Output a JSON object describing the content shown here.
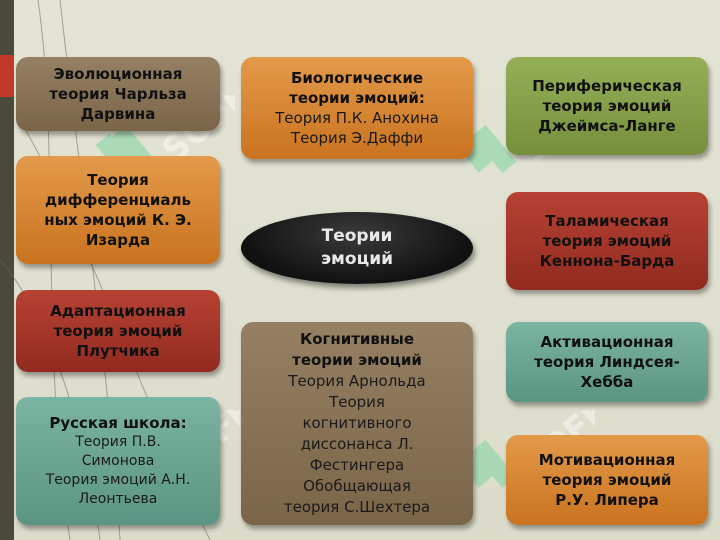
{
  "center": {
    "line1": "Теории",
    "line2": "эмоций"
  },
  "left": [
    {
      "lines": [
        "Эволюционная",
        "теория Чарльза",
        "Дарвина"
      ],
      "color": "#8a735a"
    },
    {
      "lines": [
        "Теория",
        "дифференциаль",
        "ных эмоций К. Э.",
        "Изарда"
      ],
      "color": "#d9863a"
    },
    {
      "lines": [
        "Адаптационная",
        "теория эмоций",
        "Плутчика"
      ],
      "color": "#a83a2d"
    },
    {
      "title": "Русская школа:",
      "lines": [
        "Теория П.В.",
        "Симонова",
        "Теория эмоций А.Н.",
        "Леонтьева"
      ],
      "color": "#6ea693"
    }
  ],
  "middle": [
    {
      "title_lines": [
        "Биологические",
        "теории эмоций:"
      ],
      "lines": [
        "Теория П.К. Анохина",
        "Теория Э.Даффи"
      ],
      "color": "#d9863a"
    },
    {
      "title_lines": [
        "Когнитивные",
        "теории эмоций"
      ],
      "lines": [
        "Теория Арнольда",
        "Теория",
        "когнитивного",
        "диссонанса Л.",
        "Фестингера",
        "Обобщающая",
        "теория С.Шехтера"
      ],
      "color": "#8a735a"
    }
  ],
  "right": [
    {
      "lines": [
        "Периферическая",
        "теория эмоций",
        "Джеймса-Ланге"
      ],
      "color": "#86a04a"
    },
    {
      "lines": [
        "Таламическая",
        "теория эмоций",
        "Кеннона-Барда"
      ],
      "color": "#a83a2d"
    },
    {
      "lines": [
        "Активационная",
        "теория Линдсея-",
        "Хебба"
      ],
      "color": "#6ea693"
    },
    {
      "lines": [
        "Мотивационная",
        "теория эмоций",
        "Р.У. Липера"
      ],
      "color": "#d9863a"
    }
  ],
  "watermark": {
    "text": "SOFF",
    "icon": "soff-logo-icon"
  }
}
